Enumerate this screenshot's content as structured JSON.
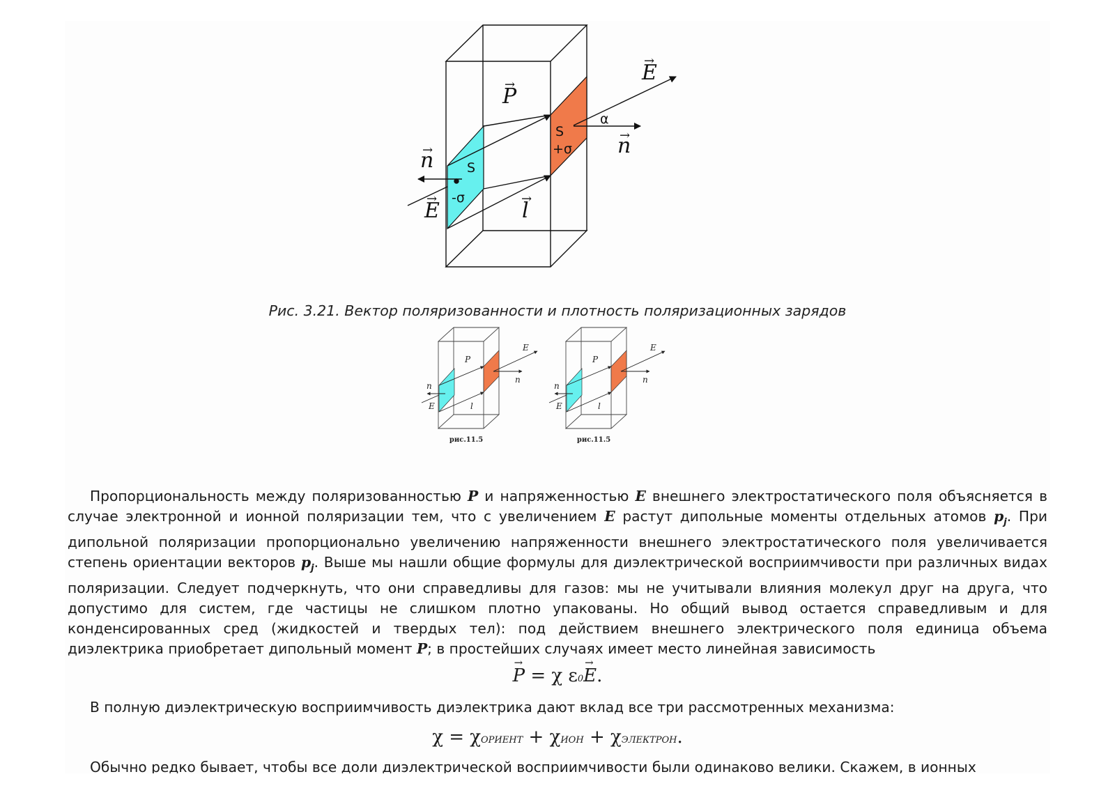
{
  "figure_main": {
    "labels": {
      "P": "P",
      "E_top": "E",
      "E_bottom": "E",
      "n_left": "n",
      "n_right": "n",
      "l": "l",
      "alpha": "α",
      "S_right": "S",
      "sigma_plus": "+σ",
      "S_left": "S",
      "sigma_minus": "-σ"
    },
    "colors": {
      "positive_face": "#f07a4a",
      "negative_face": "#66f0ee"
    },
    "caption": "Рис. 3.21. Вектор поляризованности и плотность поляризационных зарядов"
  },
  "thumbnails": [
    {
      "caption": "рис.11.5"
    },
    {
      "caption": "рис.11.5"
    }
  ],
  "text": {
    "p1_a": "Пропорциональность между поляризованностью ",
    "p1_P": "P",
    "p1_b": "  и напряженностью ",
    "p1_E": "E",
    "p1_c": "  внешнего электростатического поля объясняется в случае электронной и ионной поляризации тем, что с увеличением ",
    "p1_E2": "E",
    "p1_d": "  растут дипольные моменты отдельных атомов ",
    "p1_p": "p",
    "p1_j": "j",
    "p1_e": ". При дипольной поляризации пропорционально увеличению напряженности внешнего электростатического поля увеличивается степень ориентации векторов ",
    "p1_p2": "p",
    "p1_j2": "j",
    "p1_f": ". Выше мы нашли общие формулы для диэлектрической восприимчивости при различных видах поляризации. Следует подчеркнуть, что они справедливы для газов: мы не учитывали влияния молекул друг на друга, что допустимо для систем, где частицы не слишком плотно упакованы. Но общий вывод остается справедливым и для конденсированных сред (жидкостей и твердых тел): под действием внешнего электрического поля единица объема диэлектрика приобретает дипольный момент ",
    "p1_P2": "P",
    "p1_g": "; в простейших случаях имеет место линейная зависимость",
    "f1_P": "P",
    "f1_mid": " = χ ε",
    "f1_zero": "0",
    "f1_E": "E",
    "f1_dot": ".",
    "p2": "В полную диэлектрическую восприимчивость диэлектрика дают вклад все три рассмотренных механизма:",
    "f2_chi": "χ = χ",
    "f2_s1": "ОРИЕНТ",
    "f2_plus1": " + χ",
    "f2_s2": "ИОН",
    "f2_plus2": " + χ",
    "f2_s3": "ЭЛЕКТРОН",
    "f2_dot": ".",
    "p3": "Обычно редко бывает, чтобы все доли диэлектрической восприимчивости были одинаково велики. Скажем, в ионных"
  }
}
